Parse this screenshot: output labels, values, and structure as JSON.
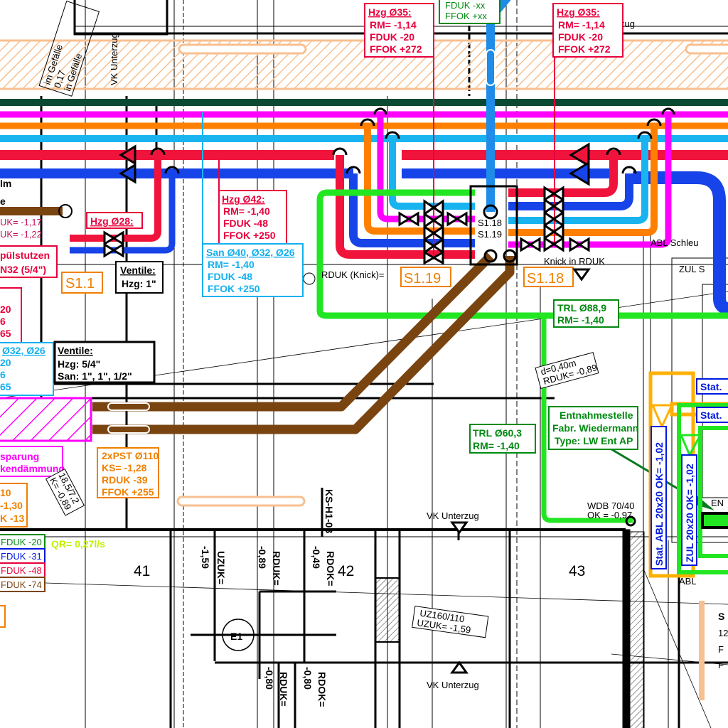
{
  "colors": {
    "heating_supply": "#f0143c",
    "heating_return": "#1744e8",
    "cold_water": "#19b4f0",
    "hot_water": "#ff8000",
    "circulation": "#ff00ff",
    "drinking_water_green": "#22e622",
    "dark_main": "#0a4a32",
    "waste_brown": "#7a4410",
    "beam_hatch": "#f8c090"
  },
  "top_notes": {
    "note1": "im Gefälle",
    "note2": "0,17",
    "note3": "in Gefälle",
    "vk_unterzug": "VK Unterzug",
    "zug": "zug"
  },
  "labels": {
    "hzg35_left": {
      "title": "Hzg Ø35:",
      "rm": "RM= -1,14",
      "fduk": "FDUK -20",
      "ffok": "FFOK +272"
    },
    "hzg35_right": {
      "title": "Hzg Ø35:",
      "rm": "RM= -1,14",
      "fduk": "FDUK -20",
      "ffok": "FFOK +272"
    },
    "riser_green": {
      "fduk": "FDUK -xx",
      "ffok": "FFOK +xx"
    },
    "hzg42": {
      "title": "Hzg Ø42:",
      "rm": "RM= -1,40",
      "fduk": "FDUK -48",
      "ffok": "FFOK +250"
    },
    "san": {
      "title": "San Ø40, Ø32, Ø26",
      "rm": "RM= -1,40",
      "fduk": "FDUK -48",
      "ffok": "FFOK +250"
    },
    "hzg28": {
      "title": "Hzg Ø28:"
    },
    "left_partial": {
      "l1": "lm",
      "l2": "e",
      "uk1": "UK= -1,17",
      "uk2": "UK= -1,22"
    },
    "spuelstutzen": {
      "l1": "pülstutzen",
      "l2": "N32 (5/4\")"
    },
    "ventile1": {
      "title": "Ventile:",
      "hzg": "Hzg: 1\""
    },
    "ventile2": {
      "title": "Ventile:",
      "hzg": "Hzg: 5/4\"",
      "san": "San: 1\", 1\", 1/2\""
    },
    "red_partial": {
      "l1": "20",
      "l2": "6",
      "l3": "65"
    },
    "blue_partial": {
      "title": "Ø32, Ø26",
      "l1": "20",
      "l2": "6",
      "l3": "65"
    },
    "insulation": {
      "l1": "sparung",
      "l2": "kendämmung"
    },
    "pst": {
      "title": "2xPST Ø110",
      "ks": "KS= -1,28",
      "rduk": "RDUK -39",
      "ffok": "FFOK +255"
    },
    "orange_partial": {
      "l1": "10",
      "l2": "-1,30",
      "l3": "K -13"
    },
    "slope_note": {
      "l1": "18,5/7,2",
      "l2": "K= -0,89"
    },
    "qr": "QR= 0,27l/s",
    "rduk_knick": "RDUK (Knick)=",
    "knick_in_rduk": "Knick in RDUK",
    "trl889": {
      "title": "TRL Ø88,9",
      "rm": "RM= -1,40"
    },
    "trl603": {
      "title": "TRL Ø60,3",
      "rm": "RM= -1,40"
    },
    "d040": {
      "l1": "d=0,40m",
      "l2": "RDUK= -0,89"
    },
    "entnahme": {
      "l1": "Entnahmestelle",
      "l2": "Fabr. Wiedermann",
      "l3": "Type: LW Ent AP"
    },
    "stat1": "Stat.",
    "stat2": "Stat.",
    "stat_abl": "Stat. ABL 20x20  OK= -1,02",
    "zul": "ZUL 20x20  OK= -1,02",
    "wdb": {
      "l1": "WDB 70/40",
      "l2": "OK = -0,97"
    },
    "en": "EN",
    "abl": "ABL",
    "abl_schleuse": "ABL Schleu",
    "zul_s": "ZUL S",
    "right_partial": {
      "l1": "S",
      "l2": "12",
      "l3": "F",
      "l4": "F"
    },
    "vk_unterzug_top": "VK Unterzug",
    "vk_unterzug_bottom": "VK Unterzug",
    "ks_h1": "KS-H1-03",
    "uzuk": "UZUK=",
    "uzuk_val": "-1,59",
    "rduk1": "RDUK=",
    "rduk1_val": "-0,89",
    "rdok1": "RDOK=",
    "rdok1_val": "-0,49",
    "rduk2": "RDUK=",
    "rduk2_val": "-0,80",
    "rdok2": "RDOK=",
    "rdok2_val": "-0,80",
    "uz160": {
      "l1": "UZ160/110",
      "l2": "UZUK= -1,59"
    },
    "e1": "E1"
  },
  "tags": {
    "s11": "S1.1",
    "s119": "S1.19",
    "s118": "S1.18",
    "shaft_a": "S1.18",
    "shaft_b": "S1.19"
  },
  "legend": [
    "FDUK -20",
    "FDUK -31",
    "FDUK -48",
    "FDUK -74"
  ],
  "rooms": {
    "r41": "41",
    "r42": "42",
    "r43": "43"
  }
}
